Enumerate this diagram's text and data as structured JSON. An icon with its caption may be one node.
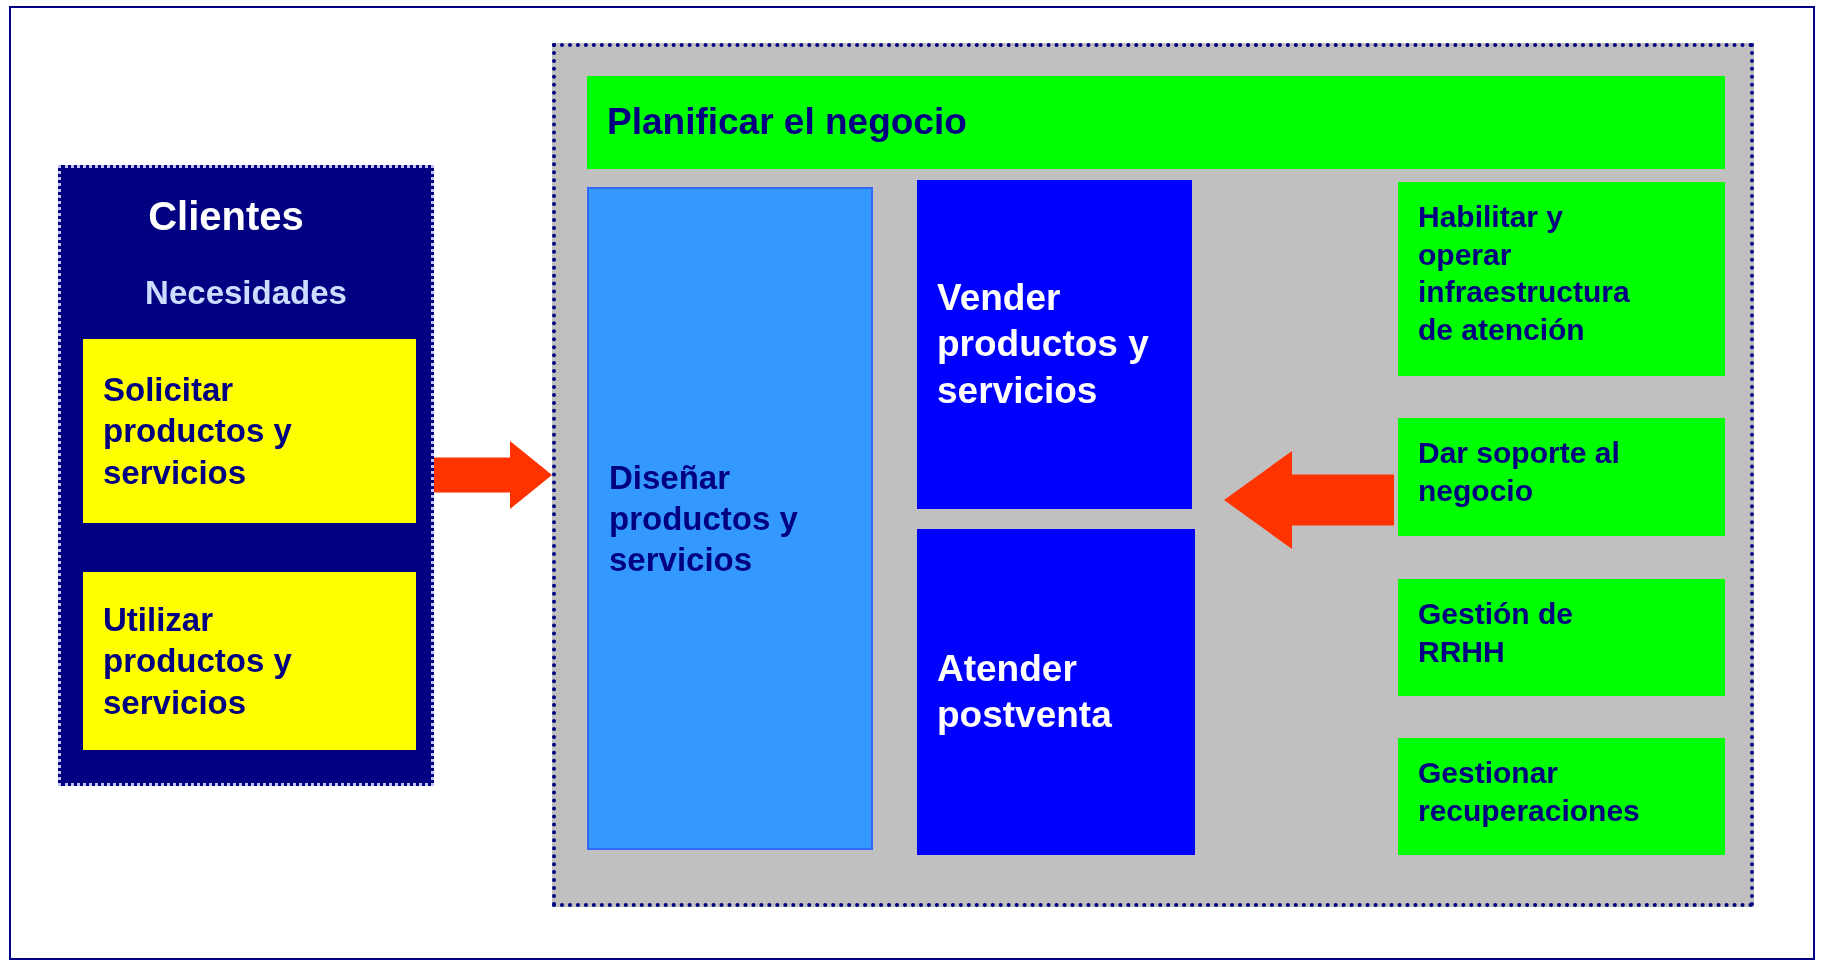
{
  "diagram": {
    "nodes": [
      {
        "text": [
          "Clientes",
          "Necesidades"
        ]
      },
      {
        "text": [
          "Solicitar productos y servicios"
        ],
        "in": 0
      },
      {
        "text": [
          "Utilizar productos y servicios"
        ],
        "in": 0
      },
      {
        "text": [],
        "shape": "box"
      },
      {
        "text": [
          "Planificar el negocio"
        ],
        "in": 3
      },
      {
        "text": [
          "Diseñar productos y servicios"
        ],
        "in": 3
      },
      {
        "text": [
          "Vender productos y servicios"
        ],
        "in": 3
      },
      {
        "text": [
          "Atender postventa"
        ],
        "in": 3
      },
      {
        "text": [
          "Habilitar y operar infraestructura de atención"
        ],
        "in": 3
      },
      {
        "text": [
          "Dar soporte al negocio"
        ],
        "in": 3
      },
      {
        "text": [
          "Gestión de RRHH"
        ],
        "in": 3
      },
      {
        "text": [
          "Gestionar recuperaciones"
        ],
        "in": 3
      }
    ],
    "edges": [
      {
        "from": 0,
        "to": 3,
        "arrow": "to",
        "style": "thick"
      },
      {
        "from": 9,
        "to": null,
        "arrow": "to",
        "style": "thick"
      }
    ]
  }
}
